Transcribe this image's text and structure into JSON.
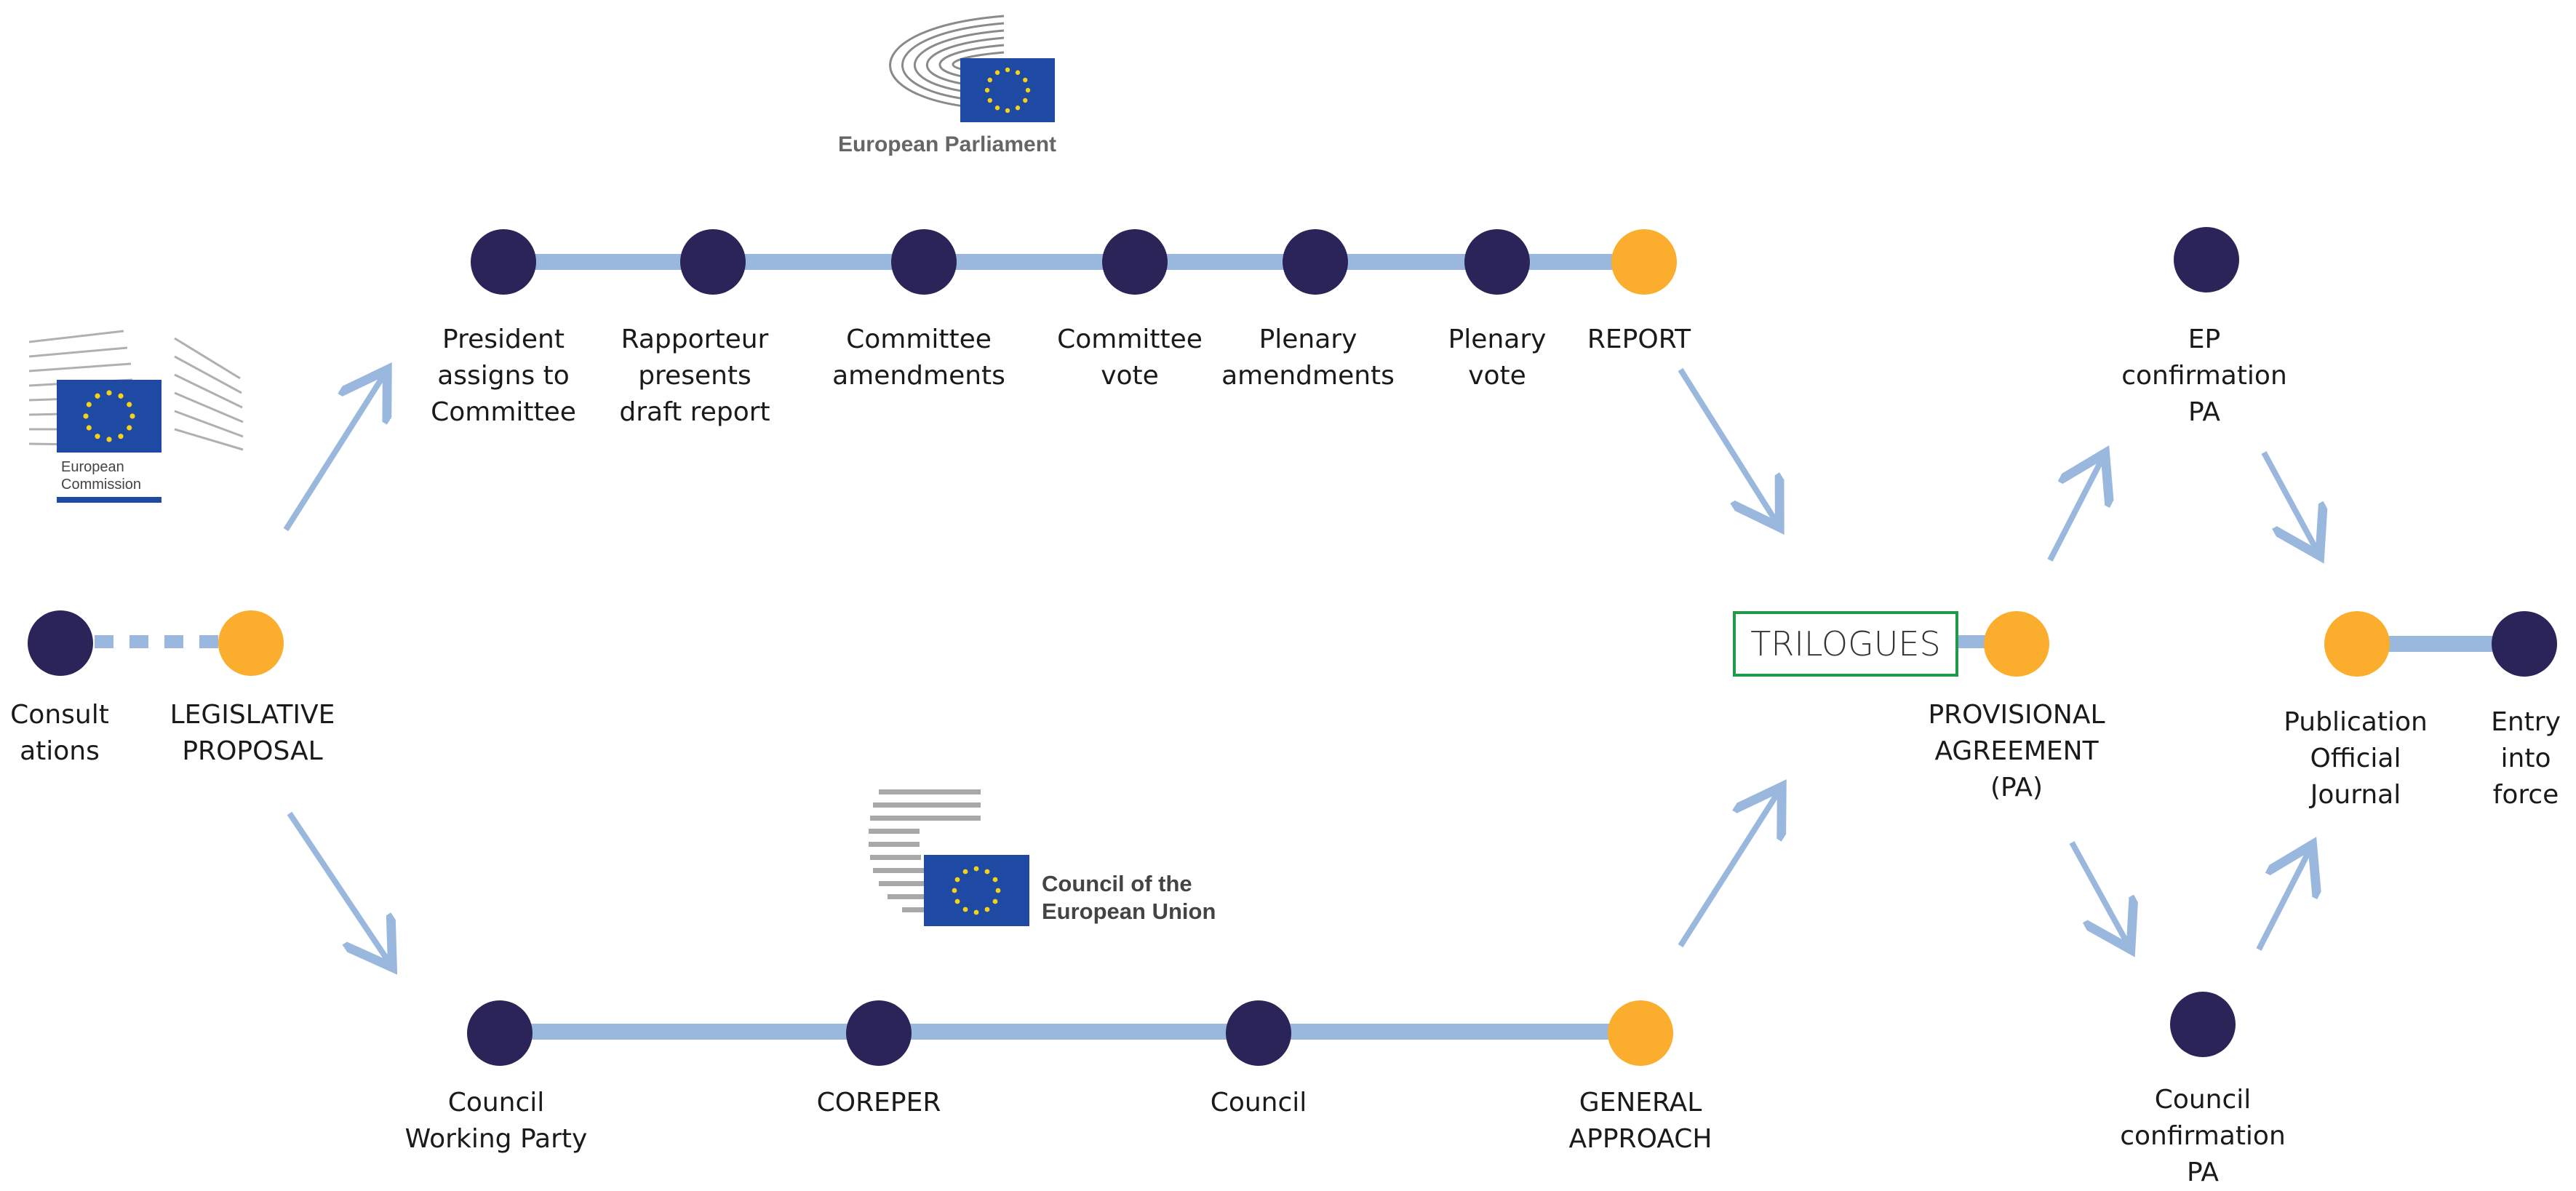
{
  "colors": {
    "node_dark": "#2a2459",
    "node_accent": "#fbae2d",
    "connector": "#9ab7de",
    "eu_blue": "#1f4aa3",
    "eu_star": "#f7d117",
    "trilogues_border": "#1e9a4a"
  },
  "logos": {
    "parliament": "European Parliament",
    "commission_line1": "European",
    "commission_line2": "Commission",
    "council_line1": "Council of the",
    "council_line2": "European Union"
  },
  "start": {
    "consultations": "Consult\nations",
    "legislative_proposal": "LEGISLATIVE\nPROPOSAL"
  },
  "parliament_track": [
    "President\nassigns to\nCommittee",
    "Rapporteur\npresents\ndraft report",
    "Committee\namendments",
    "Committee\nvote",
    "Plenary\namendments",
    "Plenary\nvote",
    "REPORT"
  ],
  "council_track": [
    "Council\nWorking Party",
    "COREPER",
    "Council",
    "GENERAL\nAPPROACH"
  ],
  "trilogues": "TRILOGUES",
  "provisional_agreement": "PROVISIONAL\nAGREEMENT\n(PA)",
  "ep_confirmation": "EP\nconfirmation\nPA",
  "council_confirmation": "Council\nconfirmation\nPA",
  "publication": "Publication\nOfficial\nJournal",
  "entry_into_force": "Entry\ninto\nforce"
}
